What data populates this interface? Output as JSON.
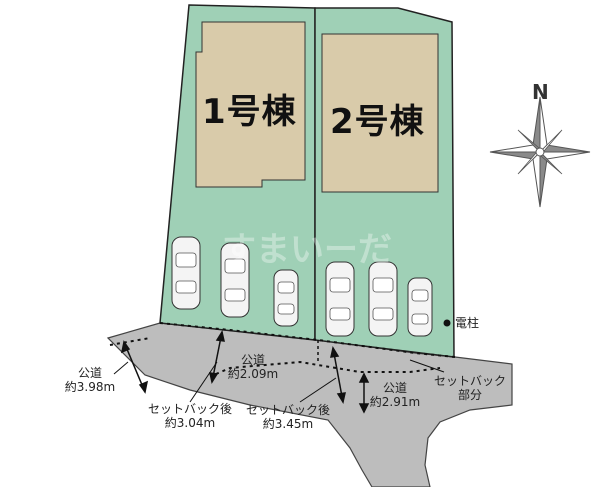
{
  "buildings": [
    {
      "id": "bldg-1",
      "label": "1号棟"
    },
    {
      "id": "bldg-2",
      "label": "2号棟"
    }
  ],
  "compass": {
    "north_label": "N"
  },
  "watermark": "すまいーだ",
  "utility_pole": {
    "label": "電柱"
  },
  "road_labels": {
    "road_west": {
      "line1": "公道",
      "line2": "約3.98m"
    },
    "road_mid": {
      "line1": "公道",
      "line2": "約2.09m"
    },
    "road_east": {
      "line1": "公道",
      "line2": "約2.91m"
    },
    "setback_after_1": {
      "line1": "セットバック後",
      "line2": "約3.04m"
    },
    "setback_after_2": {
      "line1": "セットバック後",
      "line2": "約3.45m"
    },
    "setback_part": {
      "line1": "セットバック",
      "line2": "部分"
    }
  },
  "colors": {
    "lot_green": "#9fd0b6",
    "building_beige": "#d9cbaa",
    "road_gray": "#bdbdbd",
    "outline": "#222222"
  },
  "parking": {
    "lot1_cars": 3,
    "lot2_cars": 3
  }
}
